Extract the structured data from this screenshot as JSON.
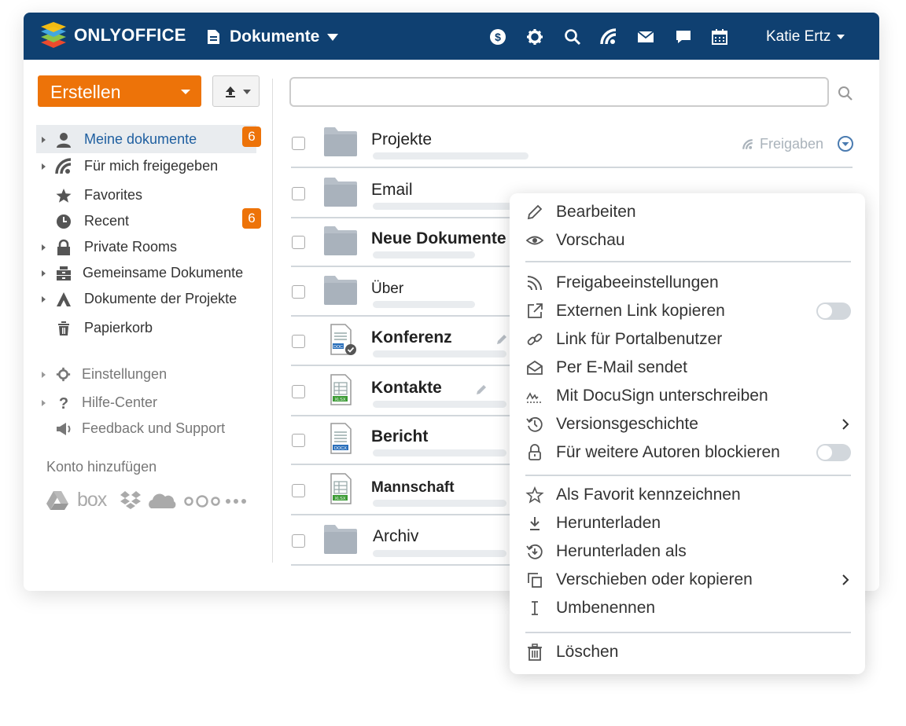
{
  "header": {
    "brand": "ONLYOFFICE",
    "module": "Dokumente",
    "user": "Katie Ertz",
    "icons": [
      "dollar-icon",
      "gear-icon",
      "search-icon",
      "feed-icon",
      "mail-icon",
      "chat-icon",
      "calendar-icon"
    ]
  },
  "sidebar": {
    "create_label": "Erstellen",
    "items": [
      {
        "label": "Meine dokumente",
        "icon": "user-icon",
        "badge": "6",
        "active": true
      },
      {
        "label": "Für mich freigegeben",
        "icon": "share-icon"
      },
      {
        "label": "Favorites",
        "icon": "star-icon"
      },
      {
        "label": "Recent",
        "icon": "clock-icon",
        "badge": "6"
      },
      {
        "label": "Private Rooms",
        "icon": "lock-icon"
      },
      {
        "label": "Gemeinsame Dokumente",
        "icon": "common-docs-icon"
      },
      {
        "label": "Dokumente der Projekte",
        "icon": "projects-icon"
      },
      {
        "label": "Papierkorb",
        "icon": "trash-icon"
      }
    ],
    "secondary": [
      {
        "label": "Einstellungen",
        "icon": "gear-icon"
      },
      {
        "label": "Hilfe-Center",
        "icon": "question-icon"
      },
      {
        "label": "Feedback und Support",
        "icon": "megaphone-icon"
      }
    ],
    "accounts_title": "Konto hinzufügen",
    "cloud_text": "box"
  },
  "files": [
    {
      "name": "Projekte",
      "type": "folder",
      "share_label": "Freigaben"
    },
    {
      "name": "Email",
      "type": "folder"
    },
    {
      "name": "Neue Dokumente",
      "type": "folder"
    },
    {
      "name": "Über",
      "type": "folder"
    },
    {
      "name": "Konferenz",
      "type": "docx",
      "badge": "DOC"
    },
    {
      "name": "Kontakte",
      "type": "xlsx",
      "badge": "XLSX"
    },
    {
      "name": "Bericht",
      "type": "docx",
      "badge": "DOCX"
    },
    {
      "name": "Mannschaft",
      "type": "xlsx",
      "badge": "XLSX"
    },
    {
      "name": "Archiv",
      "type": "folder"
    }
  ],
  "context_menu": {
    "items": [
      {
        "label": "Bearbeiten",
        "icon": "pencil-icon"
      },
      {
        "label": "Vorschau",
        "icon": "eye-icon"
      },
      {
        "label": "Freigabeeinstellungen",
        "icon": "share-settings-icon"
      },
      {
        "label": "Externen Link kopieren",
        "icon": "external-link-icon",
        "toggle": false
      },
      {
        "label": "Link für Portalbenutzer",
        "icon": "link-icon"
      },
      {
        "label": "Per E-Mail sendet",
        "icon": "envelope-icon"
      },
      {
        "label": "Mit DocuSign unterschreiben",
        "icon": "signature-icon"
      },
      {
        "label": "Versionsgeschichte",
        "icon": "history-icon",
        "submenu": true
      },
      {
        "label": "Für weitere Autoren blockieren",
        "icon": "lock-icon",
        "toggle": false
      },
      {
        "label": "Als Favorit kennzeichnen",
        "icon": "star-icon"
      },
      {
        "label": "Herunterladen",
        "icon": "download-icon"
      },
      {
        "label": "Herunterladen als",
        "icon": "download-as-icon"
      },
      {
        "label": "Verschieben oder kopieren",
        "icon": "copy-icon",
        "submenu": true
      },
      {
        "label": "Umbenennen",
        "icon": "rename-icon"
      },
      {
        "label": "Löschen",
        "icon": "trash-icon"
      }
    ]
  },
  "colors": {
    "header": "#0f4071",
    "accent": "#ed7309",
    "link": "#1f5fa0"
  }
}
